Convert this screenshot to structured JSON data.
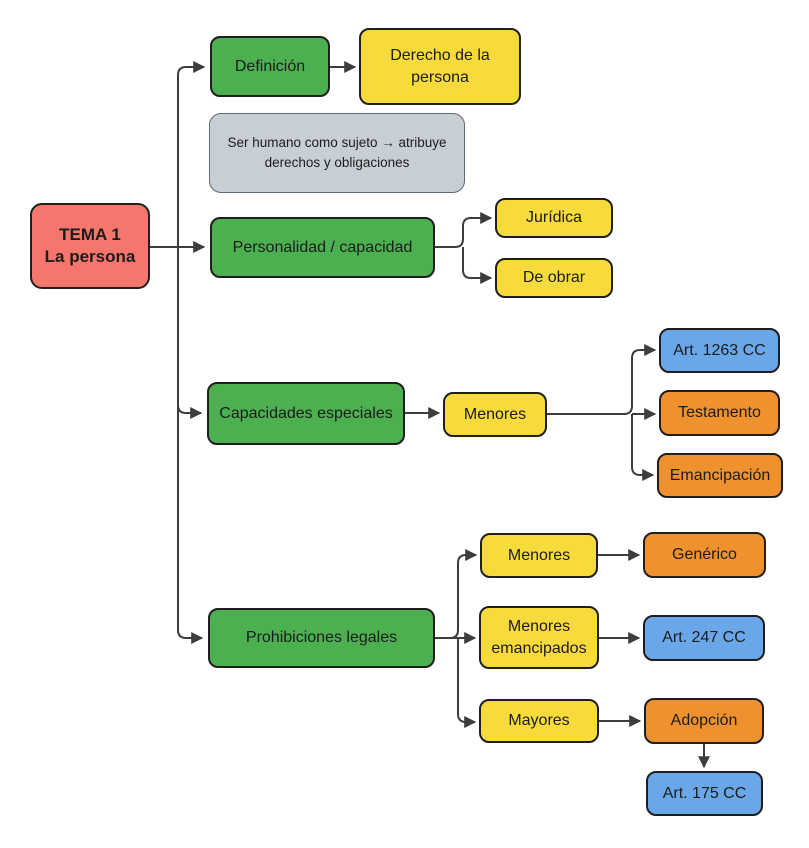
{
  "diagram": {
    "background": "#ffffff",
    "palette": {
      "red": "#F4766C",
      "green": "#4CAF50",
      "yellow": "#F7DA3B",
      "orange": "#F0912F",
      "blue": "#6AA7E8",
      "gray": "#C8CED6",
      "border": "#1F1F1F",
      "gray_border": "#5F6B76",
      "line": "#3D3D3D"
    },
    "nodes": [
      {
        "id": "tema",
        "label": "TEMA 1\nLa persona",
        "color": "red"
      },
      {
        "id": "definicion",
        "label": "Definición",
        "color": "green"
      },
      {
        "id": "derecho-persona",
        "label": "Derecho de la\npersona",
        "color": "yellow"
      },
      {
        "id": "nota-ser-humano",
        "label": "Ser humano como sujeto → atribuye\nderechos y obligaciones",
        "color": "gray"
      },
      {
        "id": "personalidad-capacidad",
        "label": "Personalidad / capacidad",
        "color": "green"
      },
      {
        "id": "juridica",
        "label": "Jurídica",
        "color": "yellow"
      },
      {
        "id": "de-obrar",
        "label": "De obrar",
        "color": "yellow"
      },
      {
        "id": "capacidades-especiales",
        "label": "Capacidades especiales",
        "color": "green"
      },
      {
        "id": "menores-capacidades",
        "label": "Menores",
        "color": "yellow"
      },
      {
        "id": "art-1263-cc",
        "label": "Art. 1263 CC",
        "color": "blue"
      },
      {
        "id": "testamento",
        "label": "Testamento",
        "color": "orange"
      },
      {
        "id": "emancipacion",
        "label": "Emancipación",
        "color": "orange"
      },
      {
        "id": "prohibiciones-legales",
        "label": "Prohibiciones legales",
        "color": "green"
      },
      {
        "id": "menores-prohibiciones",
        "label": "Menores",
        "color": "yellow"
      },
      {
        "id": "generico",
        "label": "Genérico",
        "color": "orange"
      },
      {
        "id": "menores-emancipados",
        "label": "Menores\nemancipados",
        "color": "yellow"
      },
      {
        "id": "art-247-cc",
        "label": "Art. 247 CC",
        "color": "blue"
      },
      {
        "id": "mayores",
        "label": "Mayores",
        "color": "yellow"
      },
      {
        "id": "adopcion",
        "label": "Adopción",
        "color": "orange"
      },
      {
        "id": "art-175-cc",
        "label": "Art. 175 CC",
        "color": "blue"
      }
    ],
    "edges": [
      {
        "from": "tema",
        "to": "definicion"
      },
      {
        "from": "tema",
        "to": "personalidad-capacidad"
      },
      {
        "from": "tema",
        "to": "capacidades-especiales"
      },
      {
        "from": "tema",
        "to": "prohibiciones-legales"
      },
      {
        "from": "definicion",
        "to": "derecho-persona"
      },
      {
        "from": "personalidad-capacidad",
        "to": "juridica"
      },
      {
        "from": "personalidad-capacidad",
        "to": "de-obrar"
      },
      {
        "from": "capacidades-especiales",
        "to": "menores-capacidades"
      },
      {
        "from": "menores-capacidades",
        "to": "art-1263-cc"
      },
      {
        "from": "menores-capacidades",
        "to": "testamento"
      },
      {
        "from": "menores-capacidades",
        "to": "emancipacion"
      },
      {
        "from": "prohibiciones-legales",
        "to": "menores-prohibiciones"
      },
      {
        "from": "prohibiciones-legales",
        "to": "menores-emancipados"
      },
      {
        "from": "prohibiciones-legales",
        "to": "mayores"
      },
      {
        "from": "menores-prohibiciones",
        "to": "generico"
      },
      {
        "from": "menores-emancipados",
        "to": "art-247-cc"
      },
      {
        "from": "mayores",
        "to": "adopcion"
      },
      {
        "from": "adopcion",
        "to": "art-175-cc"
      }
    ]
  }
}
